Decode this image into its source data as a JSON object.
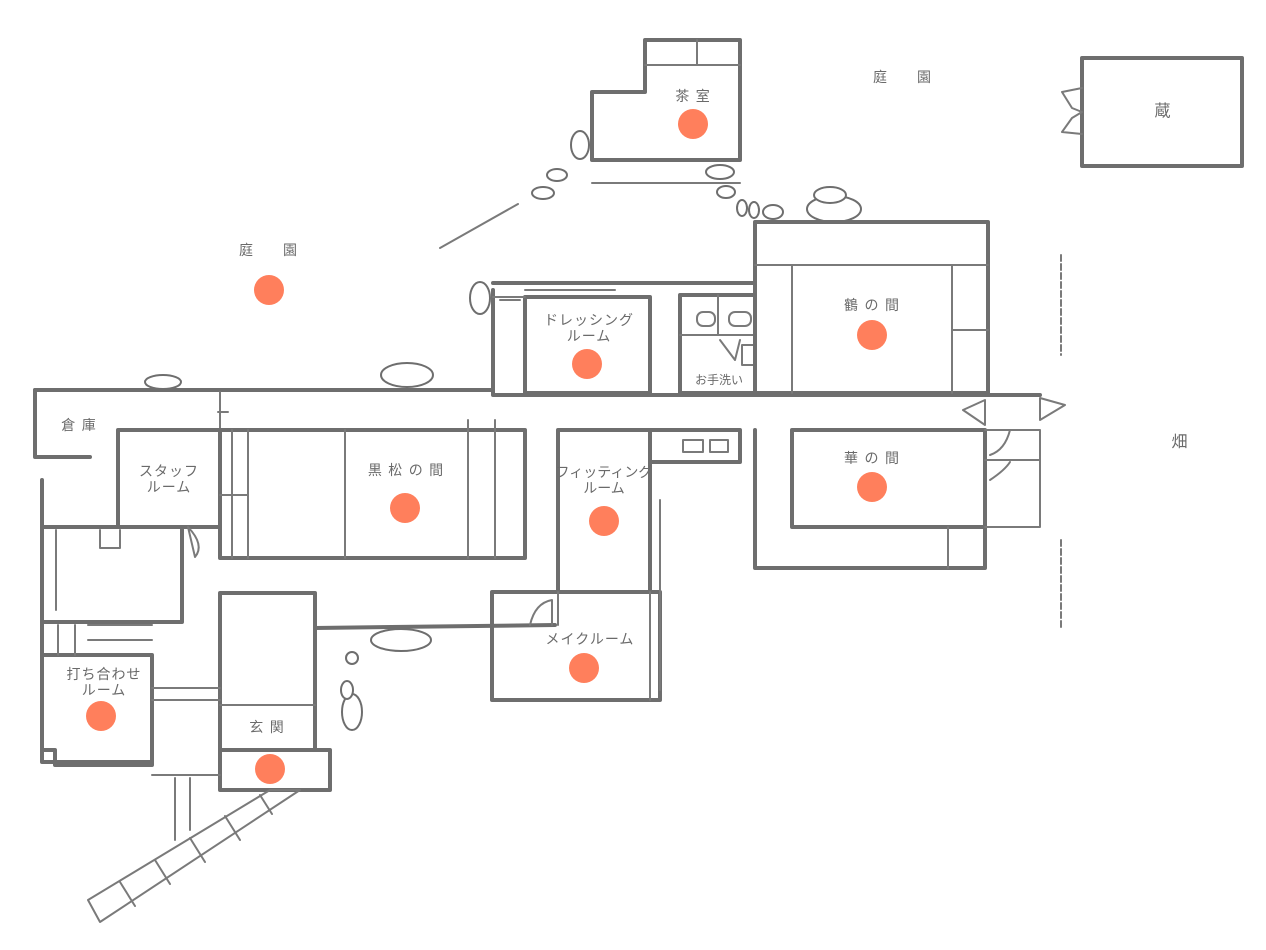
{
  "marker_color": "#ff7f5c",
  "areas": {
    "garden_top": "庭　園",
    "garden_left": "庭　園",
    "storehouse": "蔵",
    "field": "畑",
    "tea_room": "茶 室",
    "dressing_room": "ドレッシング\nルーム",
    "restroom": "お手洗い",
    "tsuru_room": "鶴 の 間",
    "warehouse": "倉 庫",
    "staff_room": "スタッフ\nルーム",
    "kuromatsu_room": "黒 松 の 間",
    "fitting_room": "フィッティング\nルーム",
    "hana_room": "華 の 間",
    "makeup_room": "メイクルーム",
    "meeting_room": "打ち合わせ\nルーム",
    "entrance": "玄 関"
  }
}
